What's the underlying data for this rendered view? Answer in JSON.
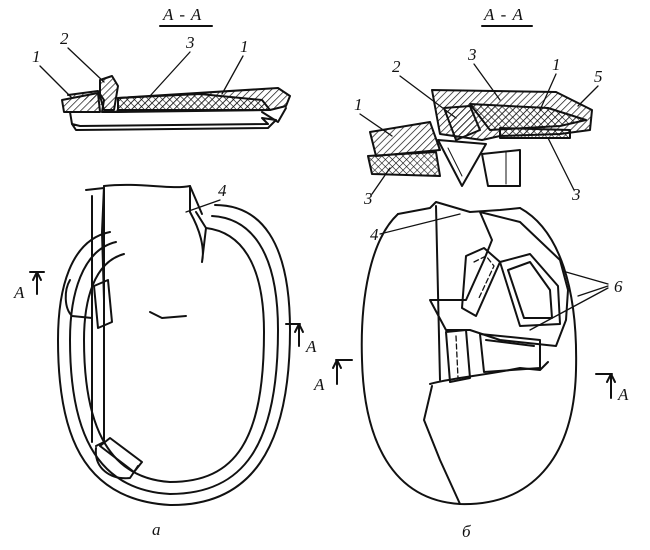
{
  "figure_a": {
    "section_title": "A - A",
    "caption": "а",
    "labels": {
      "p1_left": "1",
      "p2": "2",
      "p3": "3",
      "p1_right": "1",
      "p4": "4"
    },
    "cut_left": "A",
    "cut_right": "A"
  },
  "figure_b": {
    "section_title": "А - А",
    "caption": "б",
    "labels": {
      "p1_left": "1",
      "p2": "2",
      "p3_top": "3",
      "p1_top": "1",
      "p5": "5",
      "p3_left": "3",
      "p3_right": "3",
      "p4": "4",
      "p6": "6"
    },
    "cut_left": "А",
    "cut_right": "А"
  },
  "colors": {
    "ink": "#111111",
    "paper": "#ffffff"
  }
}
